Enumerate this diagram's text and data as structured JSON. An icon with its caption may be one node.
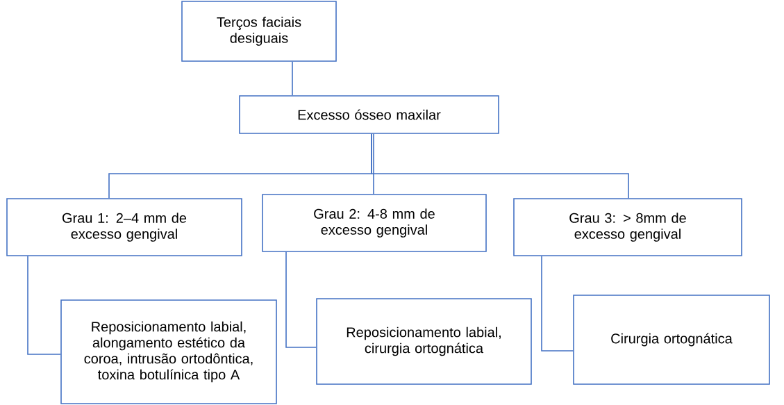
{
  "diagram": {
    "nodes": [
      {
        "text": [
          "Terços faciais desiguais"
        ]
      },
      {
        "text": [
          "Excesso ósseo maxilar"
        ]
      },
      {
        "text": [
          "Grau 1: 2–4 mm de excesso gengival"
        ]
      },
      {
        "text": [
          "Grau 2: 4-8 mm de excesso gengival"
        ]
      },
      {
        "text": [
          "Grau 3: > 8mm de excesso gengival"
        ]
      },
      {
        "text": [
          "Reposicionamento labial, alongamento estético da coroa, intrusão ortodôntica, toxina botulínica tipo A"
        ]
      },
      {
        "text": [
          "Reposicionamento labial, cirurgia ortognática"
        ]
      },
      {
        "text": [
          "Cirurgia ortognática"
        ]
      }
    ],
    "edges": [
      {
        "from": 0,
        "to": 1,
        "arrow": "none"
      },
      {
        "from": 1,
        "to": 2,
        "arrow": "none"
      },
      {
        "from": 1,
        "to": 3,
        "arrow": "none"
      },
      {
        "from": 1,
        "to": 4,
        "arrow": "none"
      },
      {
        "from": 2,
        "to": 5,
        "arrow": "none"
      },
      {
        "from": 3,
        "to": 6,
        "arrow": "none"
      },
      {
        "from": 4,
        "to": 7,
        "arrow": "none"
      }
    ]
  }
}
